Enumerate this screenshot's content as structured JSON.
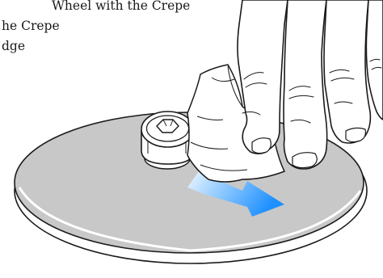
{
  "caption": {
    "line1": "Wheel with the Crepe",
    "line2": "he  Crepe",
    "line3": "dge"
  },
  "colors": {
    "disc": "#c8c8c8",
    "disc_edge": "#ffffff",
    "outline": "#1a1a1a",
    "hand": "#ffffff",
    "arrow_light": "#d6ecff",
    "arrow_dark": "#1e90ff"
  },
  "icons": {
    "disc": "polishing-wheel",
    "bolt": "hex-socket-bolt",
    "cloth": "crepe-cloth",
    "hand": "hand",
    "arrow": "direction-arrow"
  }
}
